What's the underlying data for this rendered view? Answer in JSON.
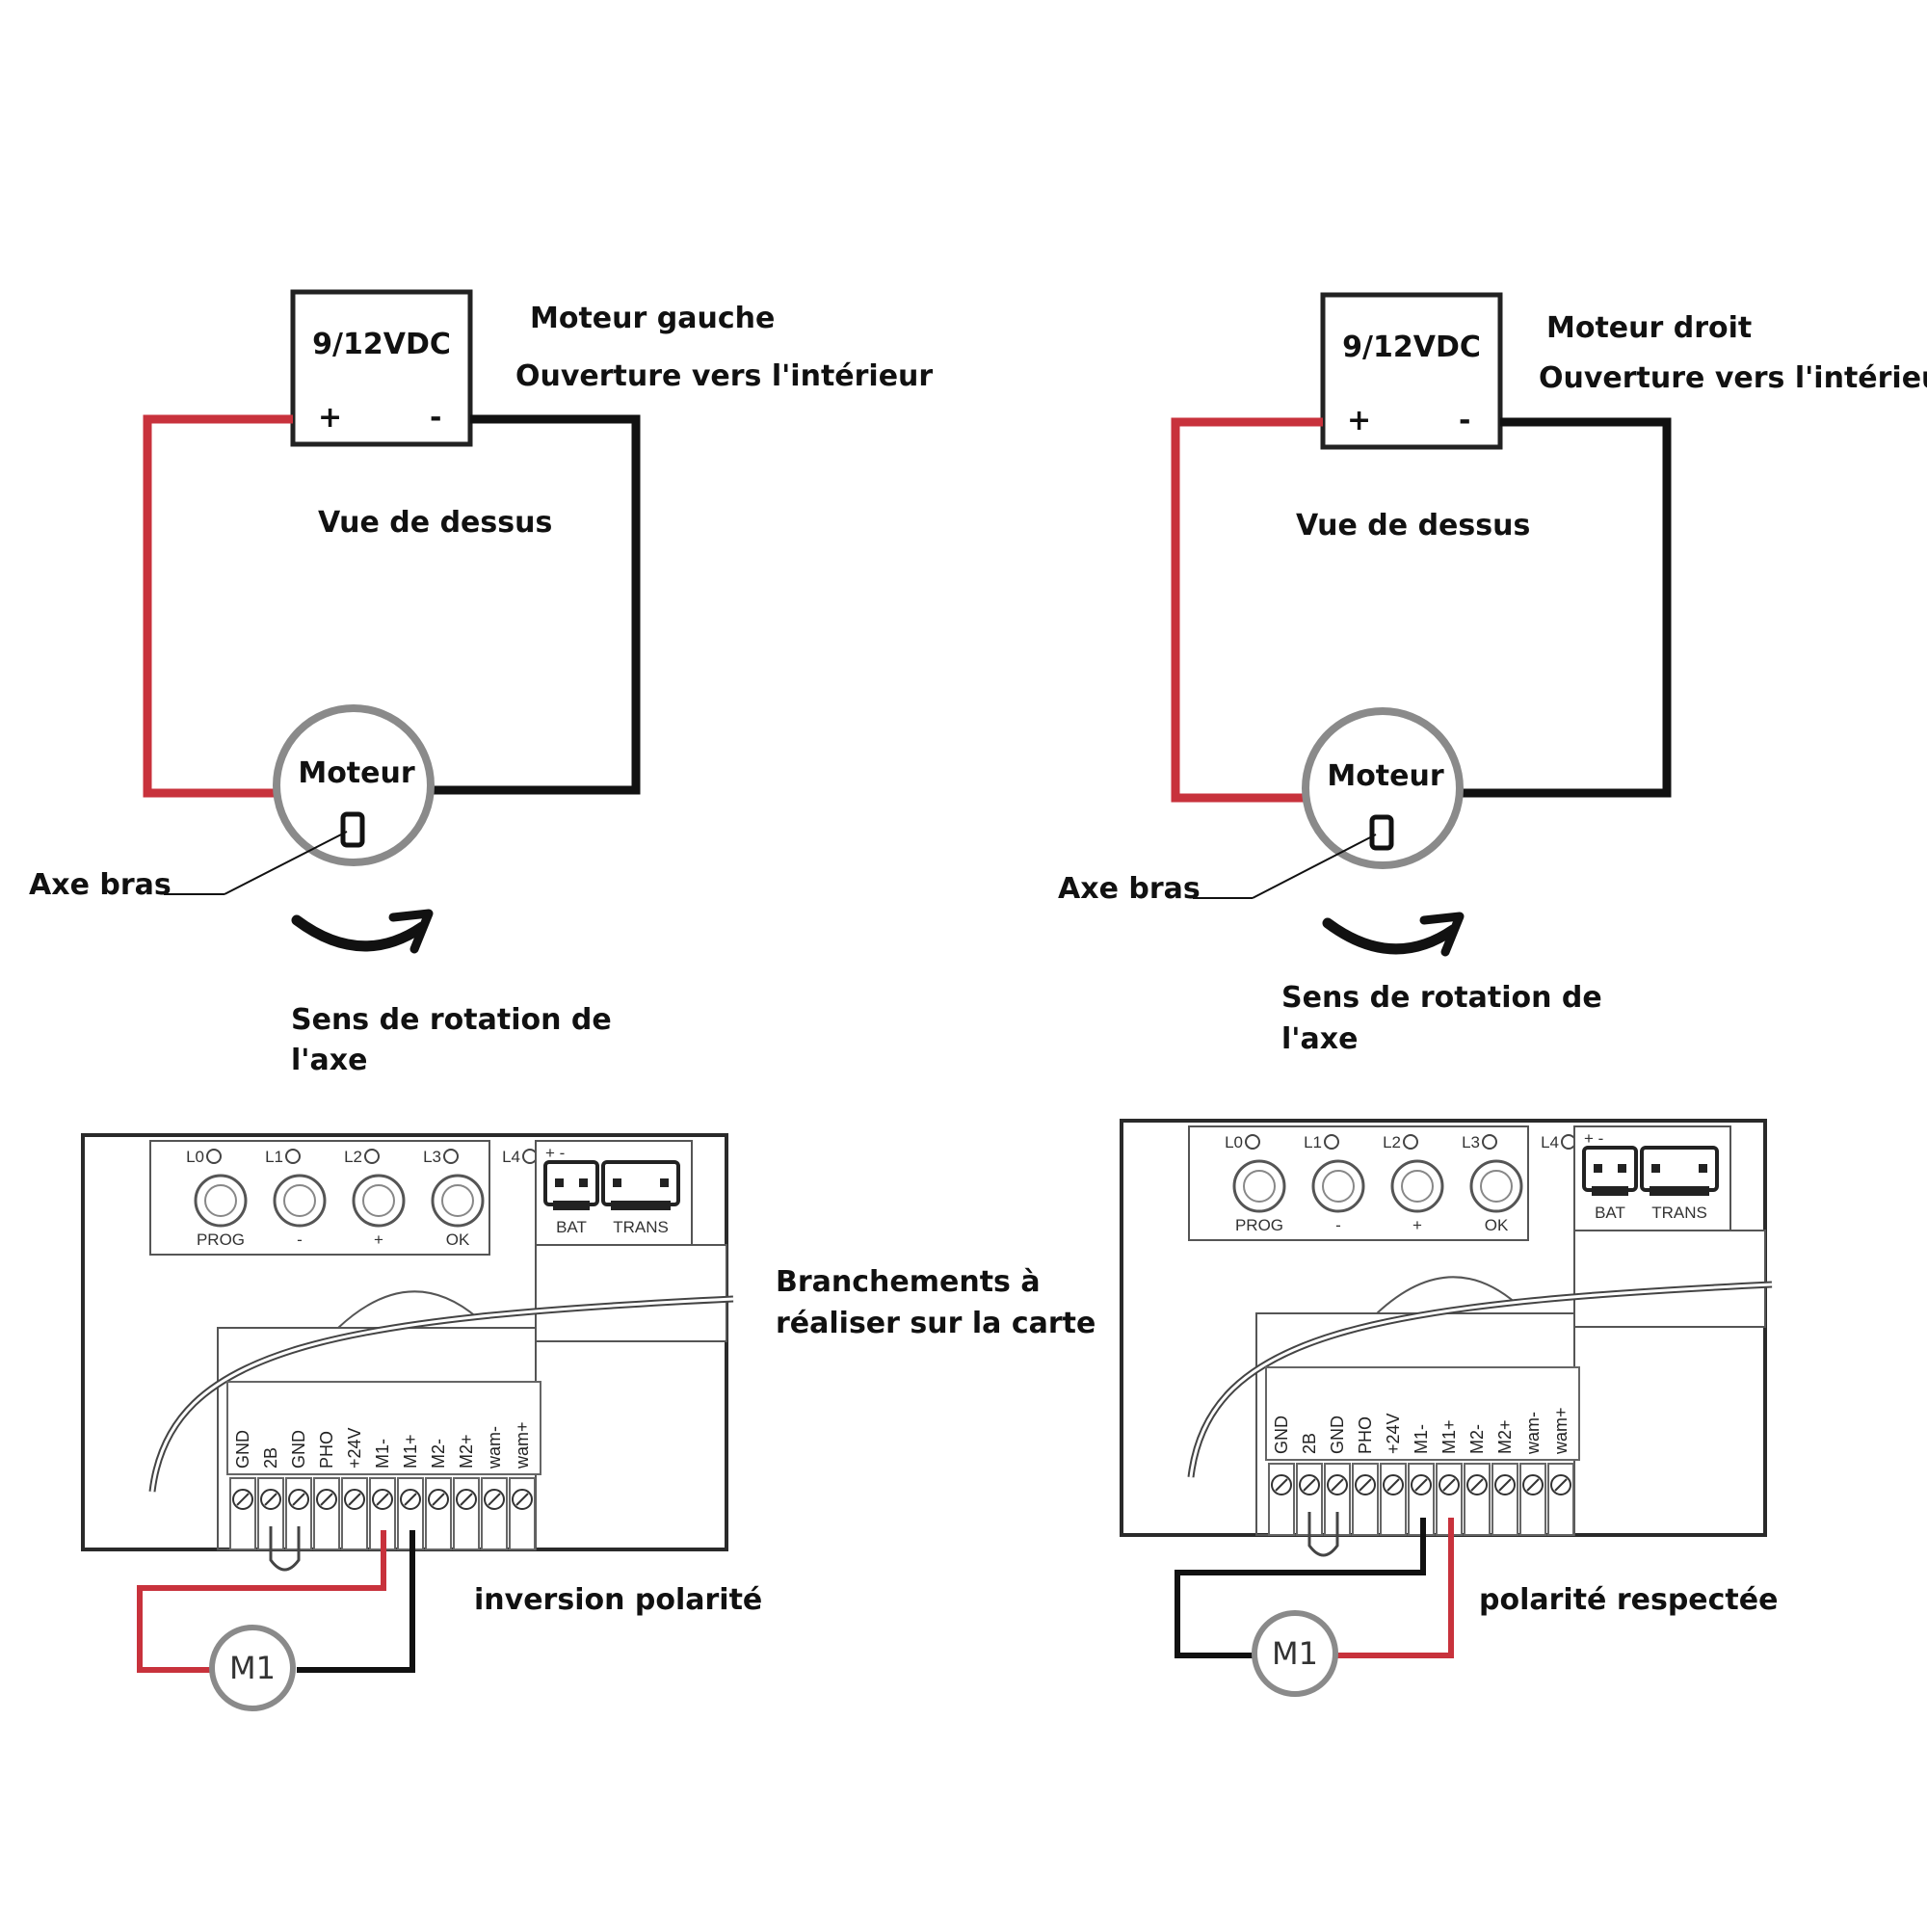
{
  "colors": {
    "red_wire": "#c8323c",
    "black_wire": "#111111",
    "outline": "#222222",
    "motor_ring": "#8a8a8a"
  },
  "left": {
    "power_label": "9/12VDC",
    "plus": "+",
    "minus": "-",
    "title": "Moteur gauche",
    "subtitle": "Ouverture vers l'intérieur",
    "view": "Vue de dessus",
    "motor": "Moteur",
    "axis": "Axe bras",
    "rotation_line1": "Sens de rotation de",
    "rotation_line2": "l'axe",
    "board_note_line1": "Branchements à",
    "board_note_line2": "réaliser sur la carte",
    "wiring_note": "inversion polarité",
    "m1": "M1"
  },
  "right": {
    "power_label": "9/12VDC",
    "plus": "+",
    "minus": "-",
    "title": "Moteur droit",
    "subtitle": "Ouverture vers l'intérieur",
    "view": "Vue de dessus",
    "motor": "Moteur",
    "axis": "Axe bras",
    "rotation_line1": "Sens de rotation de",
    "rotation_line2": "l'axe",
    "wiring_note": "polarité respectée",
    "m1": "M1"
  },
  "board": {
    "leds": [
      "L0",
      "L1",
      "L2",
      "L3",
      "L4"
    ],
    "buttons": [
      "PROG",
      "-",
      "+",
      "OK"
    ],
    "connectors": [
      "BAT",
      "TRANS"
    ],
    "connector_polarity": "+ -",
    "terminals": [
      "GND",
      "2B",
      "GND",
      "PHO",
      "+24V",
      "M1-",
      "M1+",
      "M2-",
      "M2+",
      "wam-",
      "wam+"
    ]
  }
}
